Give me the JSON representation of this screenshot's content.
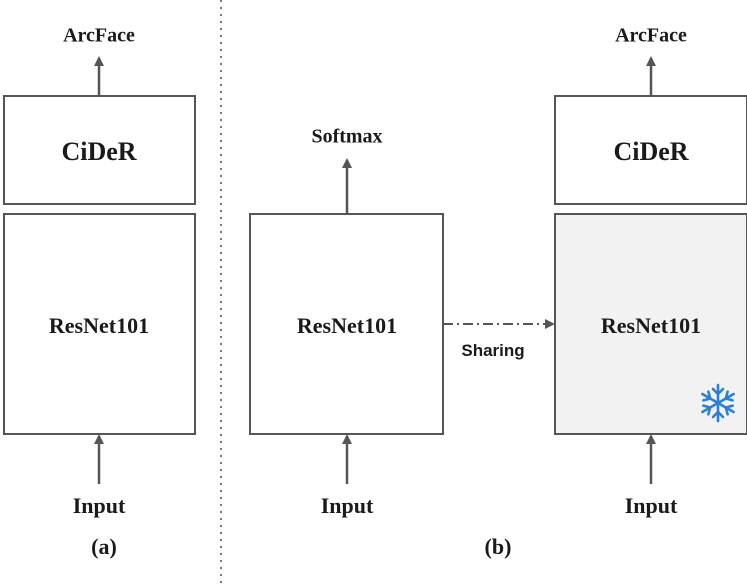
{
  "panel_a": {
    "top_output": "ArcFace",
    "head_block": "CiDeR",
    "backbone_block": "ResNet101",
    "input": "Input",
    "caption": "(a)"
  },
  "panel_b": {
    "left_output": "Softmax",
    "left_backbone": "ResNet101",
    "left_input": "Input",
    "sharing_label": "Sharing",
    "right_output": "ArcFace",
    "right_head": "CiDeR",
    "right_backbone": "ResNet101",
    "right_input": "Input",
    "frozen_icon": "snowflake-icon",
    "caption": "(b)"
  },
  "colors": {
    "box_stroke": "#555555",
    "arrow": "#555555",
    "frozen_fill": "#f2f2f2",
    "snowflake": "#2b7fd6",
    "divider": "#777777"
  }
}
